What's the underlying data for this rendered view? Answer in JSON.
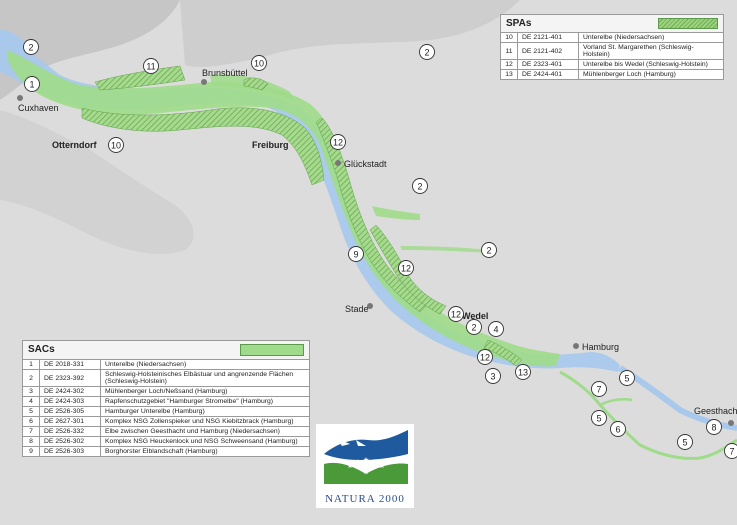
{
  "colors": {
    "land": "#dcdcdc",
    "sea": "#c4c4c4",
    "river": "#a8c8ec",
    "sac_fill": "#9fdb8a",
    "spa_hatch": "#5fa648",
    "border": "#9a9a9a",
    "logo_blue": "#1f5a9e",
    "logo_green": "#4a9a3a"
  },
  "places": {
    "cuxhaven": "Cuxhaven",
    "brunsbuttel": "Brunsbüttel",
    "otterndorf": "Otterndorf",
    "freiburg": "Freiburg",
    "gluckstadt": "Glückstadt",
    "stade": "Stade",
    "wedel": "Wedel",
    "hamburg": "Hamburg",
    "geesthacht": "Geesthacht"
  },
  "markers": [
    "1",
    "2",
    "2",
    "2",
    "2",
    "2",
    "3",
    "4",
    "5",
    "5",
    "5",
    "6",
    "7",
    "7",
    "8",
    "9",
    "10",
    "10",
    "11",
    "12",
    "12",
    "12",
    "12",
    "13"
  ],
  "spa": {
    "title": "SPAs",
    "rows": [
      {
        "num": "10",
        "code": "DE 2121-401",
        "name": "Unterelbe (Niedersachsen)"
      },
      {
        "num": "11",
        "code": "DE 2121-402",
        "name": "Vorland St. Margarethen (Schleswig-Holstein)"
      },
      {
        "num": "12",
        "code": "DE 2323-401",
        "name": "Unterelbe bis Wedel (Schleswig-Holstein)"
      },
      {
        "num": "13",
        "code": "DE 2424-401",
        "name": "Mühlenberger Loch (Hamburg)"
      }
    ]
  },
  "sac": {
    "title": "SACs",
    "rows": [
      {
        "num": "1",
        "code": "DE 2018-331",
        "name": "Unterelbe (Niedersachsen)"
      },
      {
        "num": "2",
        "code": "DE 2323-392",
        "name": "Schleswig-Holsteinisches Elbästuar und angrenzende Flächen (Schleswig-Holstein)"
      },
      {
        "num": "3",
        "code": "DE 2424-302",
        "name": "Mühlenberger Loch/Neßsand (Hamburg)"
      },
      {
        "num": "4",
        "code": "DE 2424-303",
        "name": "Rapfenschutzgebiet \"Hamburger Stromelbe\" (Hamburg)"
      },
      {
        "num": "5",
        "code": "DE 2526-305",
        "name": "Hamburger Unterelbe (Hamburg)"
      },
      {
        "num": "6",
        "code": "DE 2627-301",
        "name": "Komplex NSG Zollenspieker und NSG Kiebitzbrack (Hamburg)"
      },
      {
        "num": "7",
        "code": "DE 2526-332",
        "name": "Elbe zwischen Geesthacht und Hamburg (Niedersachsen)"
      },
      {
        "num": "8",
        "code": "DE 2526-302",
        "name": "Komplex NSG Heuckenlock und NSG Schweensand (Hamburg)"
      },
      {
        "num": "9",
        "code": "DE 2526-303",
        "name": "Borghorster Elblandschaft (Hamburg)"
      }
    ]
  },
  "logo": {
    "text": "NATURA 2000"
  }
}
